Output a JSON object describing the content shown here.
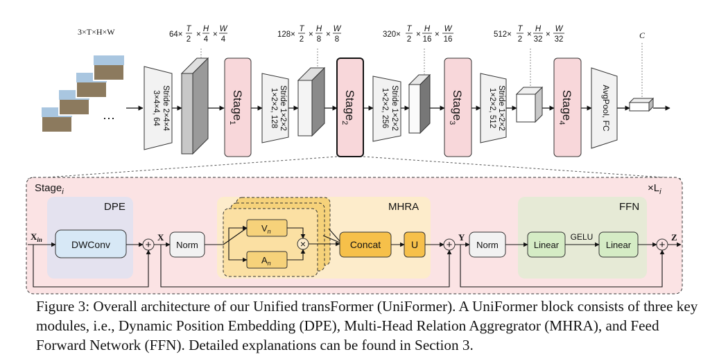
{
  "input": {
    "dims": "3×T×H×W",
    "ellipsis": "⋯"
  },
  "top_dims": {
    "d1": {
      "lead": "64×",
      "t": "T",
      "two": "2",
      "h": "H",
      "hden": "4",
      "w": "W",
      "wden": "4"
    },
    "d2": {
      "lead": "128×",
      "t": "T",
      "two": "2",
      "h": "H",
      "hden": "8",
      "w": "W",
      "wden": "8"
    },
    "d3": {
      "lead": "320×",
      "t": "T",
      "two": "2",
      "h": "H",
      "hden": "16",
      "w": "W",
      "wden": "16"
    },
    "d4": {
      "lead": "512×",
      "t": "T",
      "two": "2",
      "h": "H",
      "hden": "32",
      "w": "W",
      "wden": "32"
    },
    "d5": "C"
  },
  "stems": {
    "s1": {
      "line1": "3×4×4, 64",
      "line2": "Stride 2×4×4"
    },
    "s2": {
      "line1": "1×2×2, 128",
      "line2": "Stride 1×2×2"
    },
    "s3": {
      "line1": "1×2×2, 256",
      "line2": "Stride 1×2×2"
    },
    "s4": {
      "line1": "1×2×2, 512",
      "line2": "Stride 1×2×2"
    },
    "head": "AvgPool, FC"
  },
  "stages": {
    "word": "Stage",
    "s1": "1",
    "s2": "2",
    "s3": "3",
    "s4": "4"
  },
  "detail": {
    "stage_label": "Stage",
    "stage_sub": "i",
    "repeat": "×L",
    "repeat_sub": "i",
    "dpe": {
      "title": "DPE",
      "dwconv": "DWConv"
    },
    "mhra": {
      "title": "MHRA",
      "v": "V",
      "v_sub": "n",
      "a": "A",
      "a_sub": "n",
      "concat": "Concat",
      "u": "U"
    },
    "ffn": {
      "title": "FFN",
      "linear1": "Linear",
      "gelu": "GELU",
      "linear2": "Linear"
    },
    "norm1": "Norm",
    "norm2": "Norm",
    "x_in": "X",
    "x_in_sub": "in",
    "x": "X",
    "y": "Y",
    "z": "Z",
    "plus": "+",
    "times": "×"
  },
  "caption": "Figure 3: Overall architecture of our Unified transFormer (UniFormer). A UniFormer block consists of three key modules, i.e., Dynamic Position Embedding (DPE), Multi-Head Relation Aggregrator (MHRA), and Feed Forward Network (FFN). Detailed explanations can be found in Section 3.",
  "colors": {
    "stage_fill": "#f8d7da",
    "detail_bg": "#fbe3e4",
    "dpe_bg": "#e4e2ef",
    "dwconv": "#d7e8f6",
    "mhra_bg": "#fdeccb",
    "mhra_block": "#f6d27a",
    "ffn_bg": "#e6ead6",
    "linear": "#d5ecc5",
    "norm": "#f2f2f2"
  }
}
